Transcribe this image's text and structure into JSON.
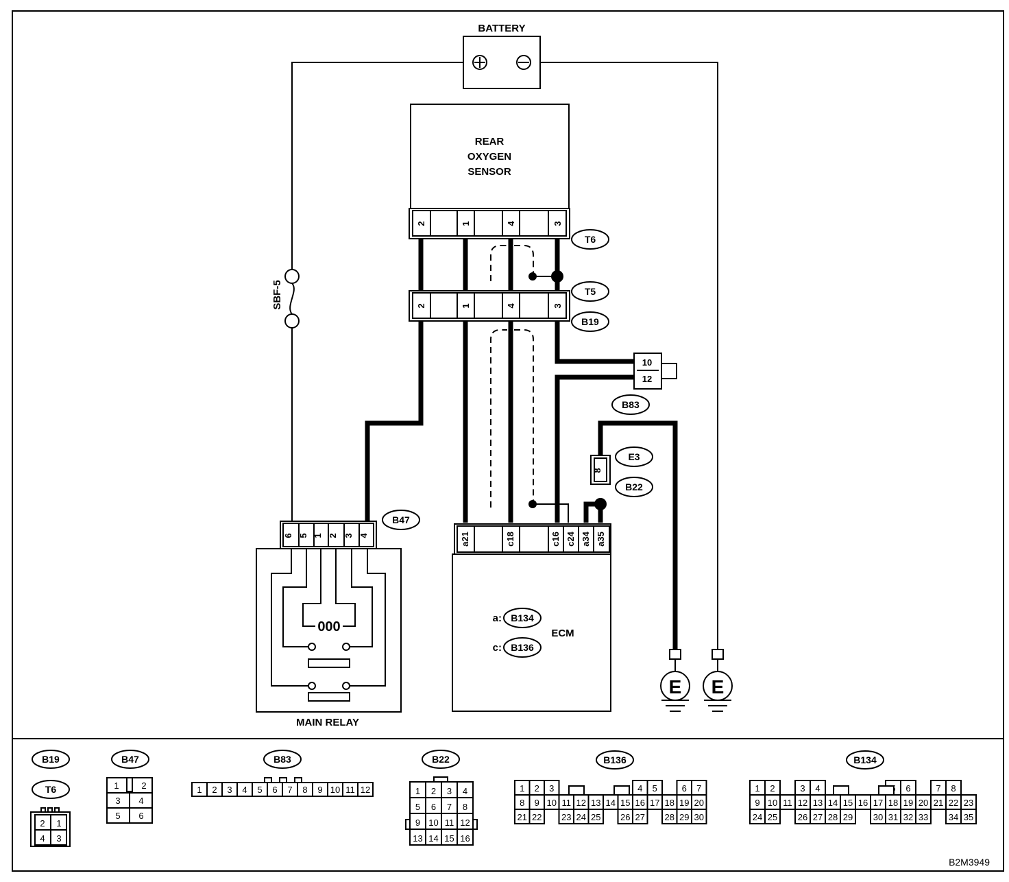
{
  "components": {
    "battery": "BATTERY",
    "rear_o2_line1": "REAR",
    "rear_o2_line2": "OXYGEN",
    "rear_o2_line3": "SENSOR",
    "fuse": "SBF-5",
    "main_relay": "MAIN RELAY",
    "ecm": "ECM",
    "ecm_conn_a_prefix": "a:",
    "ecm_conn_c_prefix": "c:",
    "ground_symbol": "E",
    "relay_coil": "000",
    "figure_code": "B2M3949"
  },
  "connectors": {
    "t6": "T6",
    "t5": "T5",
    "b19": "B19",
    "b83": "B83",
    "e3": "E3",
    "b22": "B22",
    "b47": "B47",
    "b134": "B134",
    "b136": "B136"
  },
  "pins": {
    "sensor_top": [
      "2",
      "1",
      "4",
      "3"
    ],
    "sensor_mid": [
      "2",
      "1",
      "4",
      "3"
    ],
    "b83": [
      "10",
      "12"
    ],
    "b22": "8",
    "b47": [
      "6",
      "5",
      "1",
      "2",
      "3",
      "4"
    ],
    "ecm": [
      "a21",
      "c18",
      "c16",
      "c24",
      "a34",
      "a35"
    ]
  },
  "legend": {
    "b19_t6": [
      "2",
      "1",
      "4",
      "3"
    ],
    "b47": [
      "1",
      "2",
      "3",
      "4",
      "5",
      "6"
    ],
    "b83": [
      "1",
      "2",
      "3",
      "4",
      "5",
      "6",
      "7",
      "8",
      "9",
      "10",
      "11",
      "12"
    ],
    "b22": [
      "1",
      "2",
      "3",
      "4",
      "5",
      "6",
      "7",
      "8",
      "9",
      "10",
      "11",
      "12",
      "13",
      "14",
      "15",
      "16"
    ],
    "b136_row1": [
      "1",
      "2",
      "3",
      "",
      "",
      "",
      "",
      "",
      "4",
      "5",
      "",
      "6",
      "7"
    ],
    "b136_row2": [
      "8",
      "9",
      "10",
      "11",
      "12",
      "13",
      "14",
      "15",
      "16",
      "17",
      "18",
      "19",
      "20"
    ],
    "b136_row3": [
      "21",
      "22",
      "",
      "23",
      "24",
      "25",
      "",
      "26",
      "27",
      "",
      "28",
      "29",
      "30"
    ],
    "b134_row1": [
      "1",
      "2",
      "",
      "3",
      "4",
      "",
      "",
      "",
      "",
      "5",
      "6",
      "",
      "7",
      "8"
    ],
    "b134_row2": [
      "9",
      "10",
      "11",
      "12",
      "13",
      "14",
      "15",
      "16",
      "17",
      "18",
      "19",
      "20",
      "21",
      "22",
      "23"
    ],
    "b134_row3": [
      "24",
      "25",
      "",
      "26",
      "27",
      "28",
      "29",
      "",
      "30",
      "31",
      "32",
      "33",
      "",
      "34",
      "35"
    ]
  }
}
